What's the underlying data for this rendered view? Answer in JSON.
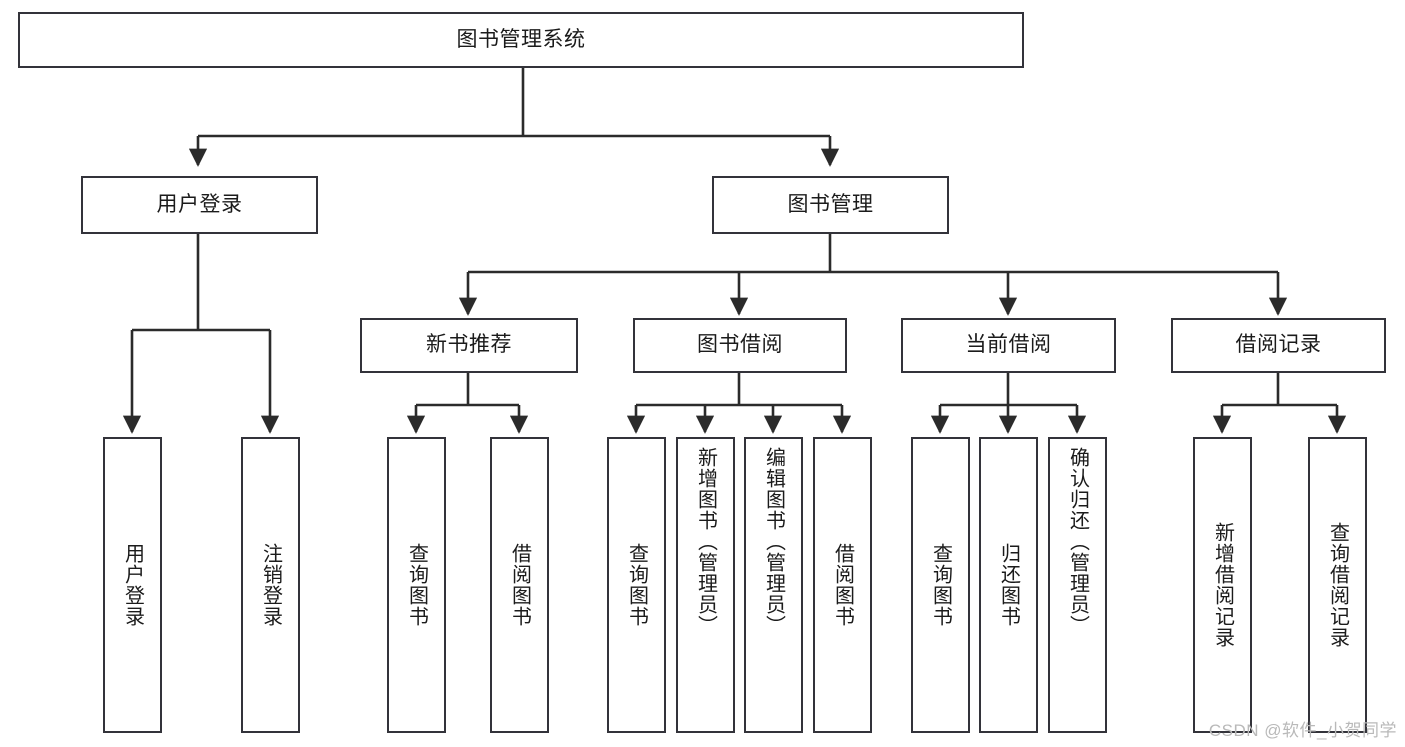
{
  "diagram": {
    "title": "图书管理系统",
    "watermark": "CSDN @软件_小贺同学",
    "colors": {
      "box_border": "#33333a",
      "box_fill": "#ffffff",
      "line": "#2b2b2b",
      "text": "#1b1b1b",
      "watermark": "#b9b9b9"
    },
    "root": {
      "label": "图书管理系统"
    },
    "level2": [
      {
        "label": "用户登录"
      },
      {
        "label": "图书管理"
      }
    ],
    "level3": [
      {
        "label": "新书推荐"
      },
      {
        "label": "图书借阅"
      },
      {
        "label": "当前借阅"
      },
      {
        "label": "借阅记录"
      }
    ],
    "leaves": {
      "user_login": [
        {
          "label": "用户登录"
        },
        {
          "label": "注销登录"
        }
      ],
      "new_book_recommend": [
        {
          "label": "查询图书"
        },
        {
          "label": "借阅图书"
        }
      ],
      "book_borrow": [
        {
          "label": "查询图书"
        },
        {
          "label": "新增图书（管理员）"
        },
        {
          "label": "编辑图书（管理员）"
        },
        {
          "label": "借阅图书"
        }
      ],
      "current_borrow": [
        {
          "label": "查询图书"
        },
        {
          "label": "归还图书"
        },
        {
          "label": "确认归还（管理员）"
        }
      ],
      "borrow_record": [
        {
          "label": "新增借阅记录"
        },
        {
          "label": "查询借阅记录"
        }
      ]
    }
  }
}
